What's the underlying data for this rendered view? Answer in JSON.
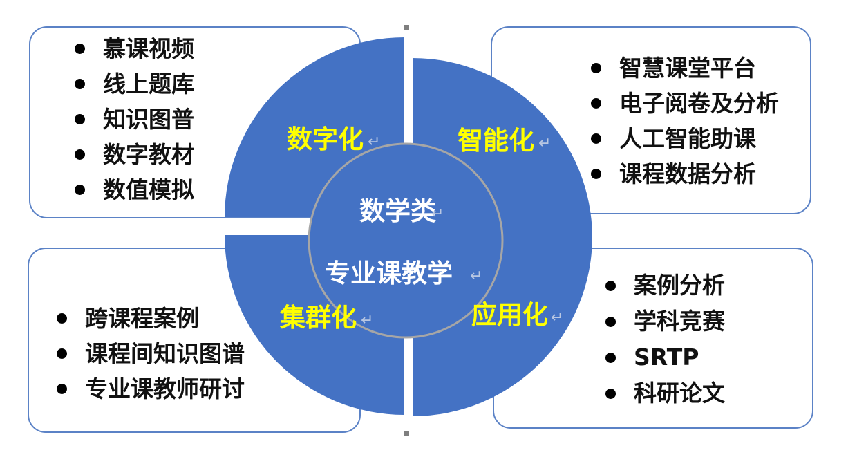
{
  "diagram": {
    "center_lines": [
      "数学类",
      "专业课教学"
    ],
    "quadrants": {
      "top_left": "数字化",
      "top_right": "智能化",
      "bottom_left": "集群化",
      "bottom_right": "应用化"
    },
    "boxes": {
      "top_left": [
        "慕课视频",
        "线上题库",
        "知识图普",
        "数字教材",
        "数值模拟"
      ],
      "top_right": [
        "智慧课堂平台",
        "电子阅卷及分析",
        "人工智能助课",
        "课程数据分析"
      ],
      "bottom_left": [
        "跨课程案例",
        "课程间知识图谱",
        "专业课教师研讨"
      ],
      "bottom_right": [
        "案例分析",
        "学科竞赛",
        "SRTP",
        "科研论文"
      ]
    },
    "paragraph_mark": "↵"
  },
  "colors": {
    "wedge_fill": "#4472c4",
    "center_fill": "#4472c4",
    "center_border": "#a6a6a6",
    "box_border": "#5b82c6",
    "quadrant_label": "#ffff00",
    "center_label": "#ffffff"
  }
}
